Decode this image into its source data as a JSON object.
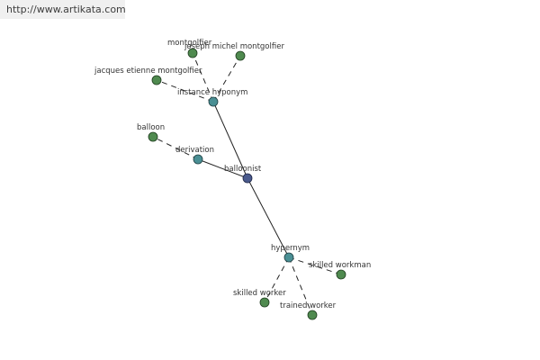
{
  "watermark": "http://www.artikata.com",
  "colors": {
    "center": "#4a5a8c",
    "relation": "#4a8f94",
    "word": "#4f8a4f",
    "edge": "#222222"
  },
  "nodes": {
    "balloonist": "balloonist",
    "instance_hyponym": "instance hyponym",
    "derivation": "derivation",
    "hypernym": "hypernym",
    "montgolfier": "montgolfier",
    "joseph_michel_montgolfier": "joseph michel montgolfier",
    "jacques_etienne_montgolfier": "jacques etienne montgolfier",
    "balloon": "balloon",
    "skilled_workman": "skilled workman",
    "skilled_worker": "skilled worker",
    "trained_worker": "trained worker"
  }
}
